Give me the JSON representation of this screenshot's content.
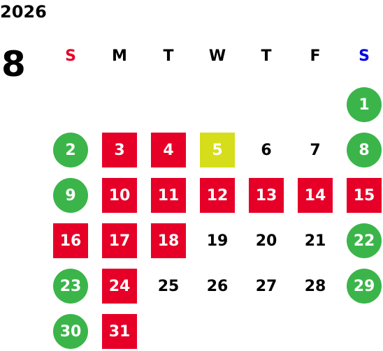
{
  "year": "2026",
  "month": "8",
  "weekdays": [
    {
      "label": "S",
      "color": "#e60027"
    },
    {
      "label": "M",
      "color": "#000000"
    },
    {
      "label": "T",
      "color": "#000000"
    },
    {
      "label": "W",
      "color": "#000000"
    },
    {
      "label": "T",
      "color": "#000000"
    },
    {
      "label": "F",
      "color": "#000000"
    },
    {
      "label": "S",
      "color": "#0000e6"
    }
  ],
  "legend_colors": {
    "red": "#e60027",
    "green": "#3bb54a",
    "yellow": "#d6dd1b"
  },
  "days": [
    {
      "day": "1",
      "type": "green"
    },
    {
      "day": "2",
      "type": "green"
    },
    {
      "day": "3",
      "type": "red"
    },
    {
      "day": "4",
      "type": "red"
    },
    {
      "day": "5",
      "type": "yellow"
    },
    {
      "day": "6",
      "type": "plain"
    },
    {
      "day": "7",
      "type": "plain"
    },
    {
      "day": "8",
      "type": "green"
    },
    {
      "day": "9",
      "type": "green"
    },
    {
      "day": "10",
      "type": "red"
    },
    {
      "day": "11",
      "type": "red"
    },
    {
      "day": "12",
      "type": "red"
    },
    {
      "day": "13",
      "type": "red"
    },
    {
      "day": "14",
      "type": "red"
    },
    {
      "day": "15",
      "type": "red"
    },
    {
      "day": "16",
      "type": "red"
    },
    {
      "day": "17",
      "type": "red"
    },
    {
      "day": "18",
      "type": "red"
    },
    {
      "day": "19",
      "type": "plain"
    },
    {
      "day": "20",
      "type": "plain"
    },
    {
      "day": "21",
      "type": "plain"
    },
    {
      "day": "22",
      "type": "green"
    },
    {
      "day": "23",
      "type": "green"
    },
    {
      "day": "24",
      "type": "red"
    },
    {
      "day": "25",
      "type": "plain"
    },
    {
      "day": "26",
      "type": "plain"
    },
    {
      "day": "27",
      "type": "plain"
    },
    {
      "day": "28",
      "type": "plain"
    },
    {
      "day": "29",
      "type": "green"
    },
    {
      "day": "30",
      "type": "green"
    },
    {
      "day": "31",
      "type": "red"
    }
  ]
}
